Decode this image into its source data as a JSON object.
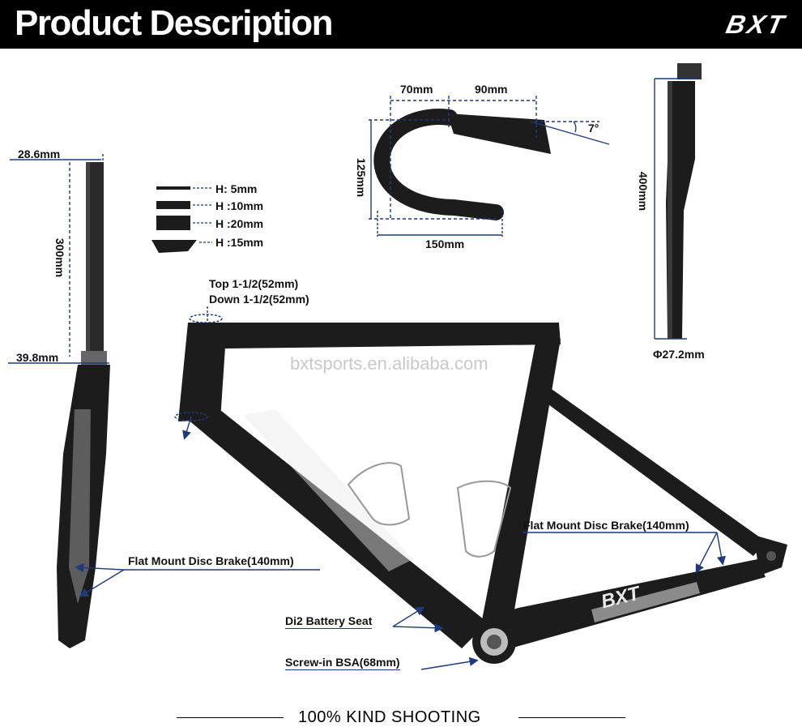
{
  "header": {
    "title": "Product Description",
    "brand": "BXT"
  },
  "fork": {
    "top_diameter": "28.6mm",
    "length": "300mm",
    "bottom_diameter": "39.8mm"
  },
  "spacers": [
    "H: 5mm",
    "H :10mm",
    "H :20mm",
    "H :15mm"
  ],
  "handlebar": {
    "reach_left": "70mm",
    "reach_right": "90mm",
    "angle": "7°",
    "drop": "125mm",
    "width": "150mm"
  },
  "seatpost": {
    "length": "400mm",
    "diameter": "Φ27.2mm"
  },
  "headtube": {
    "top": "Top 1-1/2(52mm)",
    "down": "Down 1-1/2(52mm)"
  },
  "watermark": "bxtsports.en.alibaba.com",
  "frame": {
    "logo": "BXT"
  },
  "callouts": {
    "rear_brake": "Flat Mount Disc Brake(140mm)",
    "front_brake": "Flat Mount Disc Brake(140mm)",
    "battery": "Di2 Battery Seat",
    "bb": "Screw-in BSA(68mm)"
  },
  "footer": "100% KIND SHOOTING",
  "colors": {
    "accent": "#1e3a7b",
    "carbon": "#1c1c1c",
    "header": "#000000"
  }
}
